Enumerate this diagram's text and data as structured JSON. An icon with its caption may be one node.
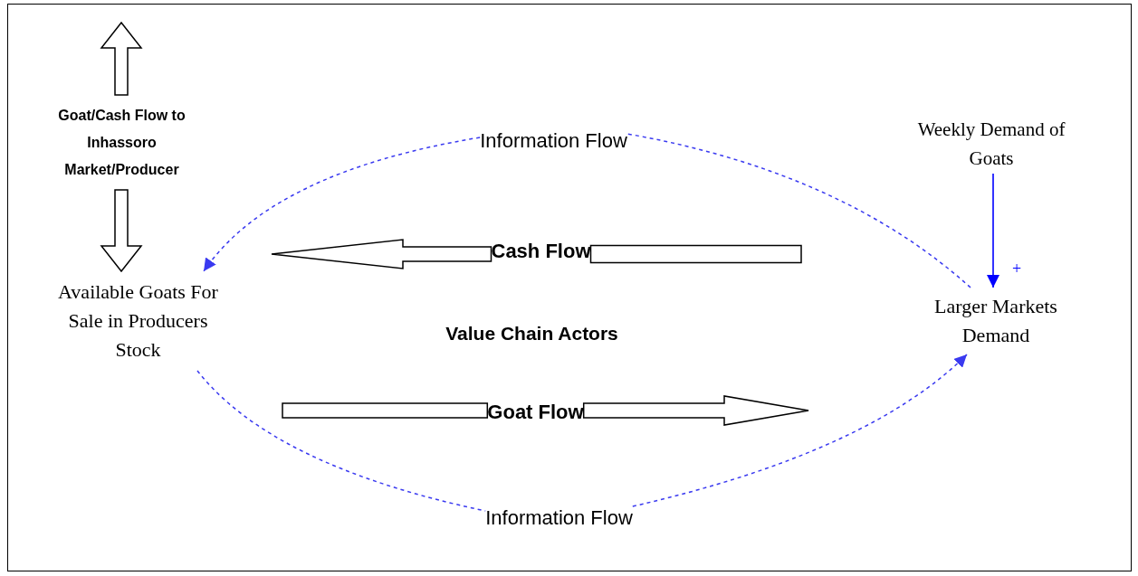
{
  "diagram": {
    "nodes": [
      {
        "text": [
          "Goat/Cash Flow to Inhassoro Market/Producer"
        ]
      },
      {
        "text": [
          "Available Goats For Sale in Producers Stock"
        ]
      },
      {
        "text": [
          "Information Flow"
        ]
      },
      {
        "text": [
          "Cash Flow"
        ]
      },
      {
        "text": [
          "Value Chain Actors"
        ]
      },
      {
        "text": [
          "Goat Flow"
        ]
      },
      {
        "text": [
          "Weekly Demand of Goats"
        ]
      },
      {
        "text": [
          "Larger Markets Demand"
        ]
      },
      {
        "text": [
          "Information Flow"
        ]
      }
    ],
    "edges": [
      {
        "from": 0,
        "to": null,
        "arrow": "to",
        "style": "thick"
      },
      {
        "from": 0,
        "to": 1,
        "arrow": "to",
        "style": "thick"
      },
      {
        "from": 7,
        "to": 2,
        "arrow": "none",
        "style": "dashed",
        "color": "#3a3af0"
      },
      {
        "from": 2,
        "to": 1,
        "arrow": "to",
        "style": "dashed",
        "color": "#3a3af0"
      },
      {
        "from": null,
        "to": 3,
        "arrow": "none",
        "style": "thick"
      },
      {
        "from": 3,
        "to": null,
        "arrow": "to",
        "style": "thick"
      },
      {
        "from": null,
        "to": 5,
        "arrow": "none",
        "style": "thick"
      },
      {
        "from": 5,
        "to": null,
        "arrow": "to",
        "style": "thick"
      },
      {
        "from": 1,
        "to": 8,
        "arrow": "none",
        "style": "dashed",
        "color": "#3a3af0"
      },
      {
        "from": 8,
        "to": 7,
        "arrow": "to",
        "style": "dashed",
        "color": "#3a3af0"
      },
      {
        "from": 6,
        "to": 7,
        "arrow": "to",
        "label": "+",
        "color": "#0000ff"
      }
    ]
  }
}
